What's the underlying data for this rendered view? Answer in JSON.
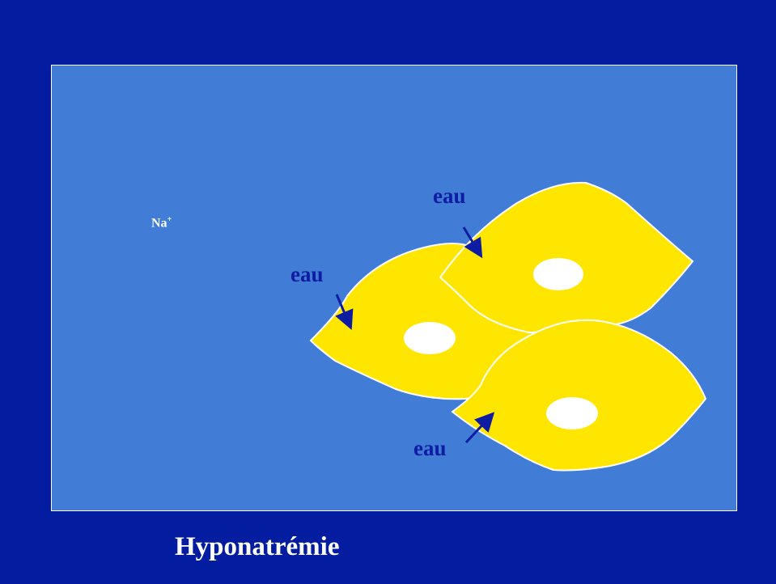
{
  "title": "Hyponatrémie",
  "ion": {
    "symbol": "Na",
    "charge": "+"
  },
  "water_labels": [
    "eau",
    "eau",
    "eau"
  ],
  "colors": {
    "background": "#041da0",
    "panel": "#417dd6",
    "cell": "#ffe600",
    "nucleus": "#ffffff",
    "arrow": "#0e1ca4",
    "title": "#ffffff"
  }
}
